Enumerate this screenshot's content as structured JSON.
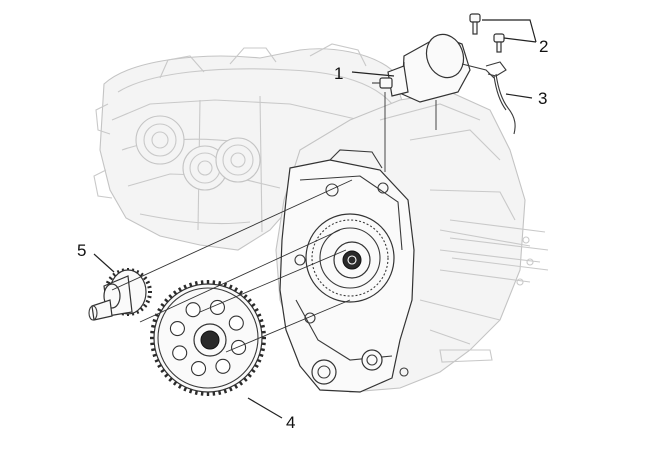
{
  "callouts": [
    {
      "id": "1",
      "label": "1"
    },
    {
      "id": "2",
      "label": "2"
    },
    {
      "id": "3",
      "label": "3"
    },
    {
      "id": "4",
      "label": "4"
    },
    {
      "id": "5",
      "label": "5"
    }
  ],
  "colors": {
    "ink": "#333333",
    "ghost": "#c9c9c9",
    "background": "#ffffff"
  }
}
